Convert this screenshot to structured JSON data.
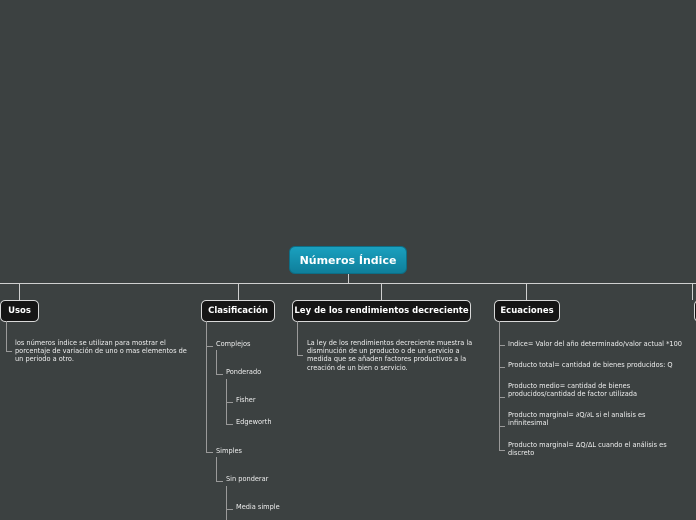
{
  "root": {
    "title": "Números Índice"
  },
  "topics": {
    "usos": {
      "label": "Usos",
      "text": "los números índice se utilizan para mostrar el porcentaje de variación de uno o mas elementos de un periodo a otro."
    },
    "clasificacion": {
      "label": "Clasificación",
      "complejos": "Complejos",
      "ponderado": "Ponderado",
      "fisher": "Fisher",
      "edgeworth": "Edgeworth",
      "simples": "Simples",
      "sin_ponderar": "Sin ponderar",
      "media_simple": "Media simple"
    },
    "ley": {
      "label": "Ley de los rendimientos decreciente",
      "text": "La ley de los rendimientos decreciente muestra la disminución de un producto o de un servicio a medida que se añaden factores productivos a la creación de un bien o servicio."
    },
    "ecuaciones": {
      "label": "Ecuaciones",
      "items": [
        "Indice= Valor del año determinado/valor actual *100",
        "Producto total= cantidad de bienes producidos: Q",
        "Producto medio= cantidad de bienes producidos/cantidad de factor utilizada",
        "Producto marginal= ∂Q/∂L si el analisis es infinitesimal",
        "Producto marginal= ΔQ/ΔL cuando el análisis es discreto"
      ]
    }
  }
}
